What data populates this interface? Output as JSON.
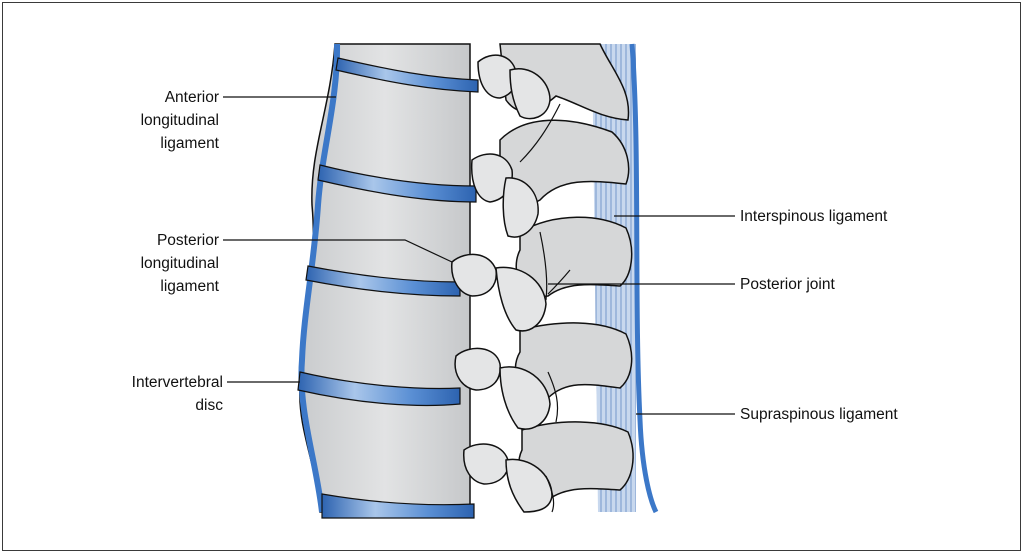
{
  "labels": {
    "anterior": [
      "Anterior",
      "longitudinal",
      "ligament"
    ],
    "posterior_long": [
      "Posterior",
      "longitudinal",
      "ligament"
    ],
    "disc": [
      "Intervertebral",
      "disc"
    ],
    "interspinous": "Interspinous ligament",
    "posterior_joint": "Posterior joint",
    "supraspinous": "Supraspinous ligament"
  },
  "colors": {
    "bone": "#d9dadb",
    "bone_shade": "#c2c4c6",
    "ligament_blue": "#3c78c8",
    "ligament_light": "#b5cde9",
    "outline": "#111111"
  }
}
